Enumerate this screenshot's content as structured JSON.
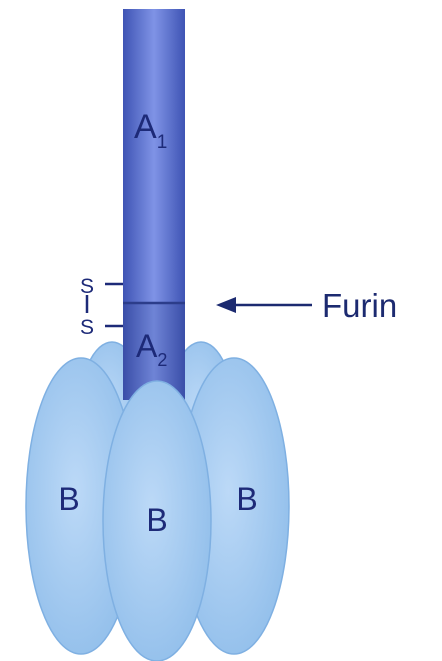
{
  "labels": {
    "a1": {
      "letter": "A",
      "sub": "1"
    },
    "a2": {
      "letter": "A",
      "sub": "2"
    },
    "b_left": "B",
    "b_center": "B",
    "b_right": "B",
    "s_upper": "S",
    "s_lower": "S",
    "furin": "Furin"
  },
  "colors": {
    "a1_fill": "#5f74cf",
    "a2_fill": "#5a6dc4",
    "b_fill": "#a9cdf1",
    "b_stroke": "#7fb0e2",
    "label": "#1d2a78"
  }
}
